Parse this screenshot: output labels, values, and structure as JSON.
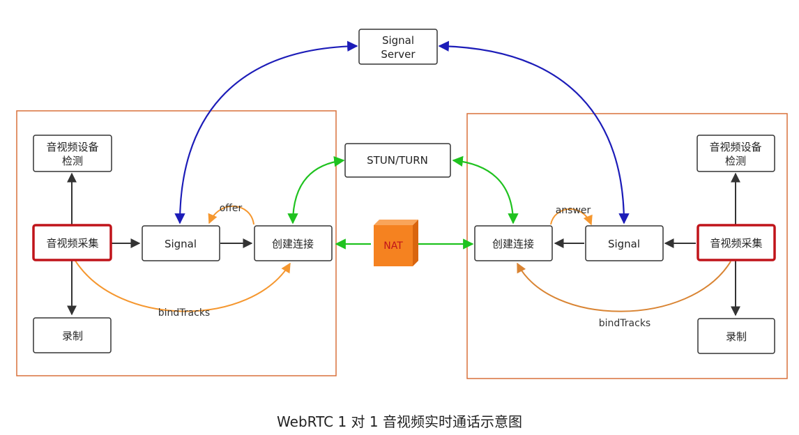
{
  "signal_server": {
    "line1": "Signal",
    "line2": "Server"
  },
  "stun_turn": "STUN/TURN",
  "nat": "NAT",
  "left": {
    "device_check": {
      "line1": "音视频设备",
      "line2": "检测"
    },
    "capture": "音视频采集",
    "signal": "Signal",
    "create_connection": "创建连接",
    "record": "录制",
    "offer_label": "offer",
    "bind_label": "bindTracks"
  },
  "right": {
    "device_check": {
      "line1": "音视频设备",
      "line2": "检测"
    },
    "capture": "音视频采集",
    "signal": "Signal",
    "create_connection": "创建连接",
    "record": "录制",
    "answer_label": "answer",
    "bind_label": "bindTracks"
  },
  "caption": "WebRTC 1 对 1 音视频实时通话示意图",
  "colors": {
    "peer_border": "#d8713a",
    "box_border": "#333333",
    "capture_border": "#c0141a",
    "signal_link": "#1c1cb8",
    "network_link": "#1fc21f",
    "local_link": "#f5972f",
    "remote_local_link": "#d98433",
    "nat_fill": "#f58220"
  }
}
